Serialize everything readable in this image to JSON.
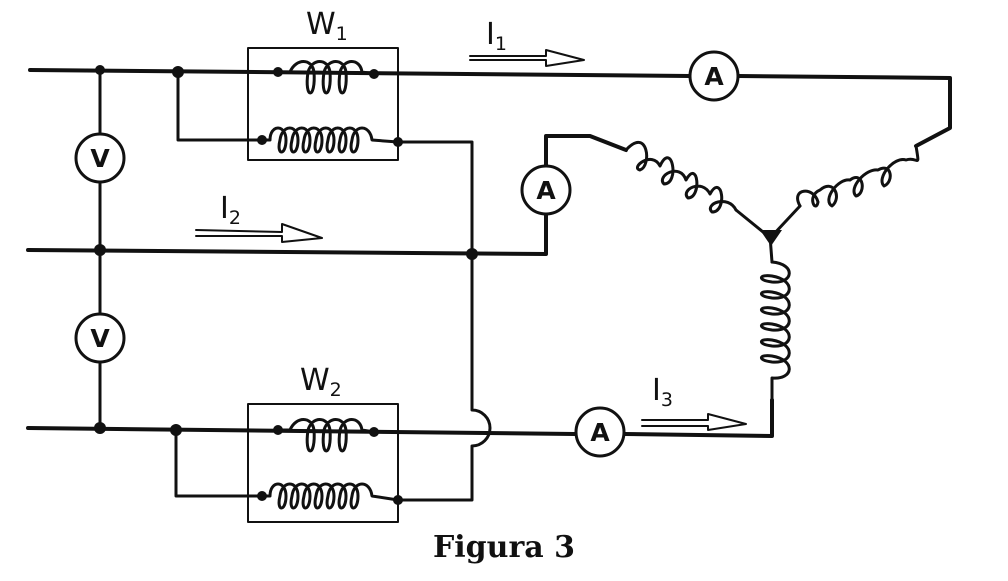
{
  "diagram": {
    "caption": "Figura 3",
    "wattmeters": [
      {
        "name": "W",
        "index": "1"
      },
      {
        "name": "W",
        "index": "2"
      }
    ],
    "currents": [
      {
        "name": "I",
        "index": "1"
      },
      {
        "name": "I",
        "index": "2"
      },
      {
        "name": "I",
        "index": "3"
      }
    ],
    "voltmeter_symbol": "V",
    "ammeter_symbol": "A",
    "colors": {
      "ink": "#111111",
      "background": "#ffffff"
    }
  }
}
